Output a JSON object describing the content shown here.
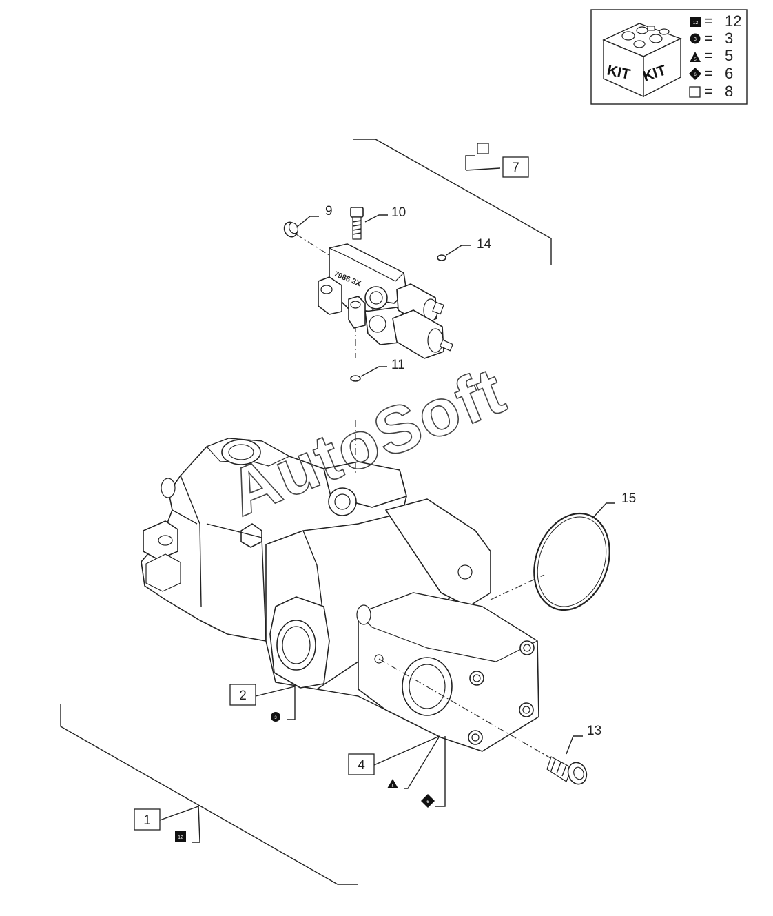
{
  "watermark": "AutoSoft",
  "kit_legend": {
    "kit_label_left": "KIT",
    "kit_label_right": "KIT",
    "entries": [
      {
        "symbol": "square-filled",
        "symbol_text": "12",
        "equals": "=",
        "qty": "12"
      },
      {
        "symbol": "circle-filled",
        "symbol_text": "3",
        "equals": "=",
        "qty": "3"
      },
      {
        "symbol": "triangle-filled",
        "symbol_text": "5",
        "equals": "=",
        "qty": "5"
      },
      {
        "symbol": "diamond-filled",
        "symbol_text": "6",
        "equals": "=",
        "qty": "6"
      },
      {
        "symbol": "square-outline",
        "symbol_text": "",
        "equals": "=",
        "qty": "8"
      }
    ]
  },
  "callouts": {
    "c1": "1",
    "c2": "2",
    "c4": "4",
    "c7": "7",
    "c9": "9",
    "c10": "10",
    "c11": "11",
    "c13": "13",
    "c14": "14",
    "c15": "15"
  },
  "kit_marks": {
    "m12": "12",
    "m3": "3",
    "m5": "5",
    "m6": "6"
  },
  "valve_marking": "7986 3X"
}
